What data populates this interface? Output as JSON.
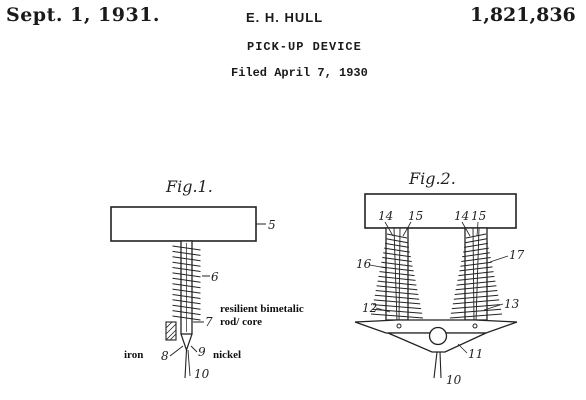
{
  "header": {
    "date": "Sept. 1, 1931.",
    "inventor": "E. H. HULL",
    "patent_number": "1,821,836",
    "title": "PICK-UP DEVICE",
    "filed": "Filed April 7, 1930"
  },
  "figures": {
    "fig1": {
      "label": "Fig.1.",
      "refs": {
        "r5": "5",
        "r6": "6",
        "r7": "7",
        "r8": "8",
        "r9": "9",
        "r10": "10"
      }
    },
    "fig2": {
      "label": "Fig.2.",
      "refs": {
        "r14a": "14",
        "r15a": "15",
        "r14b": "14",
        "r15b": "15",
        "r16": "16",
        "r17": "17",
        "r12": "12",
        "r13": "13",
        "r11": "11",
        "r10": "10"
      }
    }
  },
  "annotations": {
    "bimetal_line1": "resilient bimetalic",
    "bimetal_line2": "rod/ core",
    "iron": "iron",
    "nickel": "nickel"
  }
}
